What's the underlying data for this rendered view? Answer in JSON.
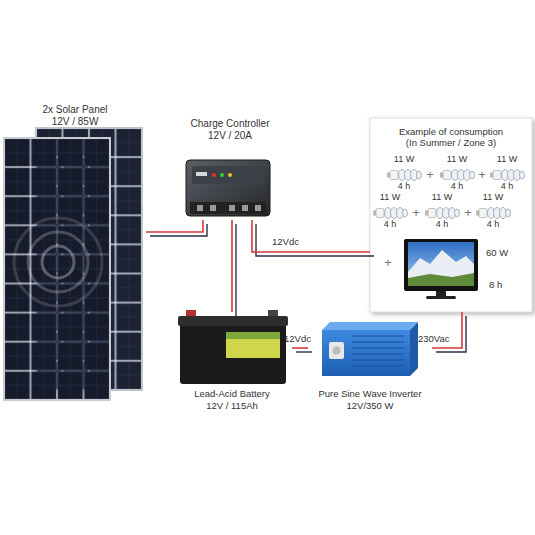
{
  "diagram": {
    "nodes": [
      {
        "text": [
          "2x Solar Panel",
          "12V / 85W"
        ]
      },
      {
        "text": [
          "Charge Controller",
          "12V / 20A"
        ]
      },
      {
        "text": [
          "Lead-Acid Battery",
          "12V / 115Ah"
        ]
      },
      {
        "text": [
          "Pure Sine Wave Inverter",
          "12V/350 W"
        ]
      },
      {
        "text": [
          "Example of consumption (In Summer / Zone 3)"
        ]
      },
      {
        "text": [
          "11 W",
          "4 h"
        ],
        "in": 4
      },
      {
        "text": [
          "11 W",
          "4 h"
        ],
        "in": 4
      },
      {
        "text": [
          "11 W",
          "4 h"
        ],
        "in": 4
      },
      {
        "text": [
          "11 W",
          "4 h"
        ],
        "in": 4
      },
      {
        "text": [
          "11 W",
          "4 h"
        ],
        "in": 4
      },
      {
        "text": [
          "11 W",
          "4 h"
        ],
        "in": 4
      },
      {
        "text": [
          "60 W",
          "8 h"
        ],
        "in": 4
      }
    ],
    "edges": [
      {
        "from": 0,
        "to": 1,
        "arrow": "none"
      },
      {
        "from": 1,
        "to": 2,
        "arrow": "none"
      },
      {
        "from": 1,
        "to": 4,
        "label": "12Vdc",
        "arrow": "none"
      },
      {
        "from": 2,
        "to": 3,
        "label": "12Vdc",
        "arrow": "none"
      },
      {
        "from": 3,
        "to": 4,
        "label": "230Vac",
        "arrow": "none"
      }
    ],
    "labels": [
      "+",
      "+",
      "+",
      "+",
      "+"
    ]
  }
}
